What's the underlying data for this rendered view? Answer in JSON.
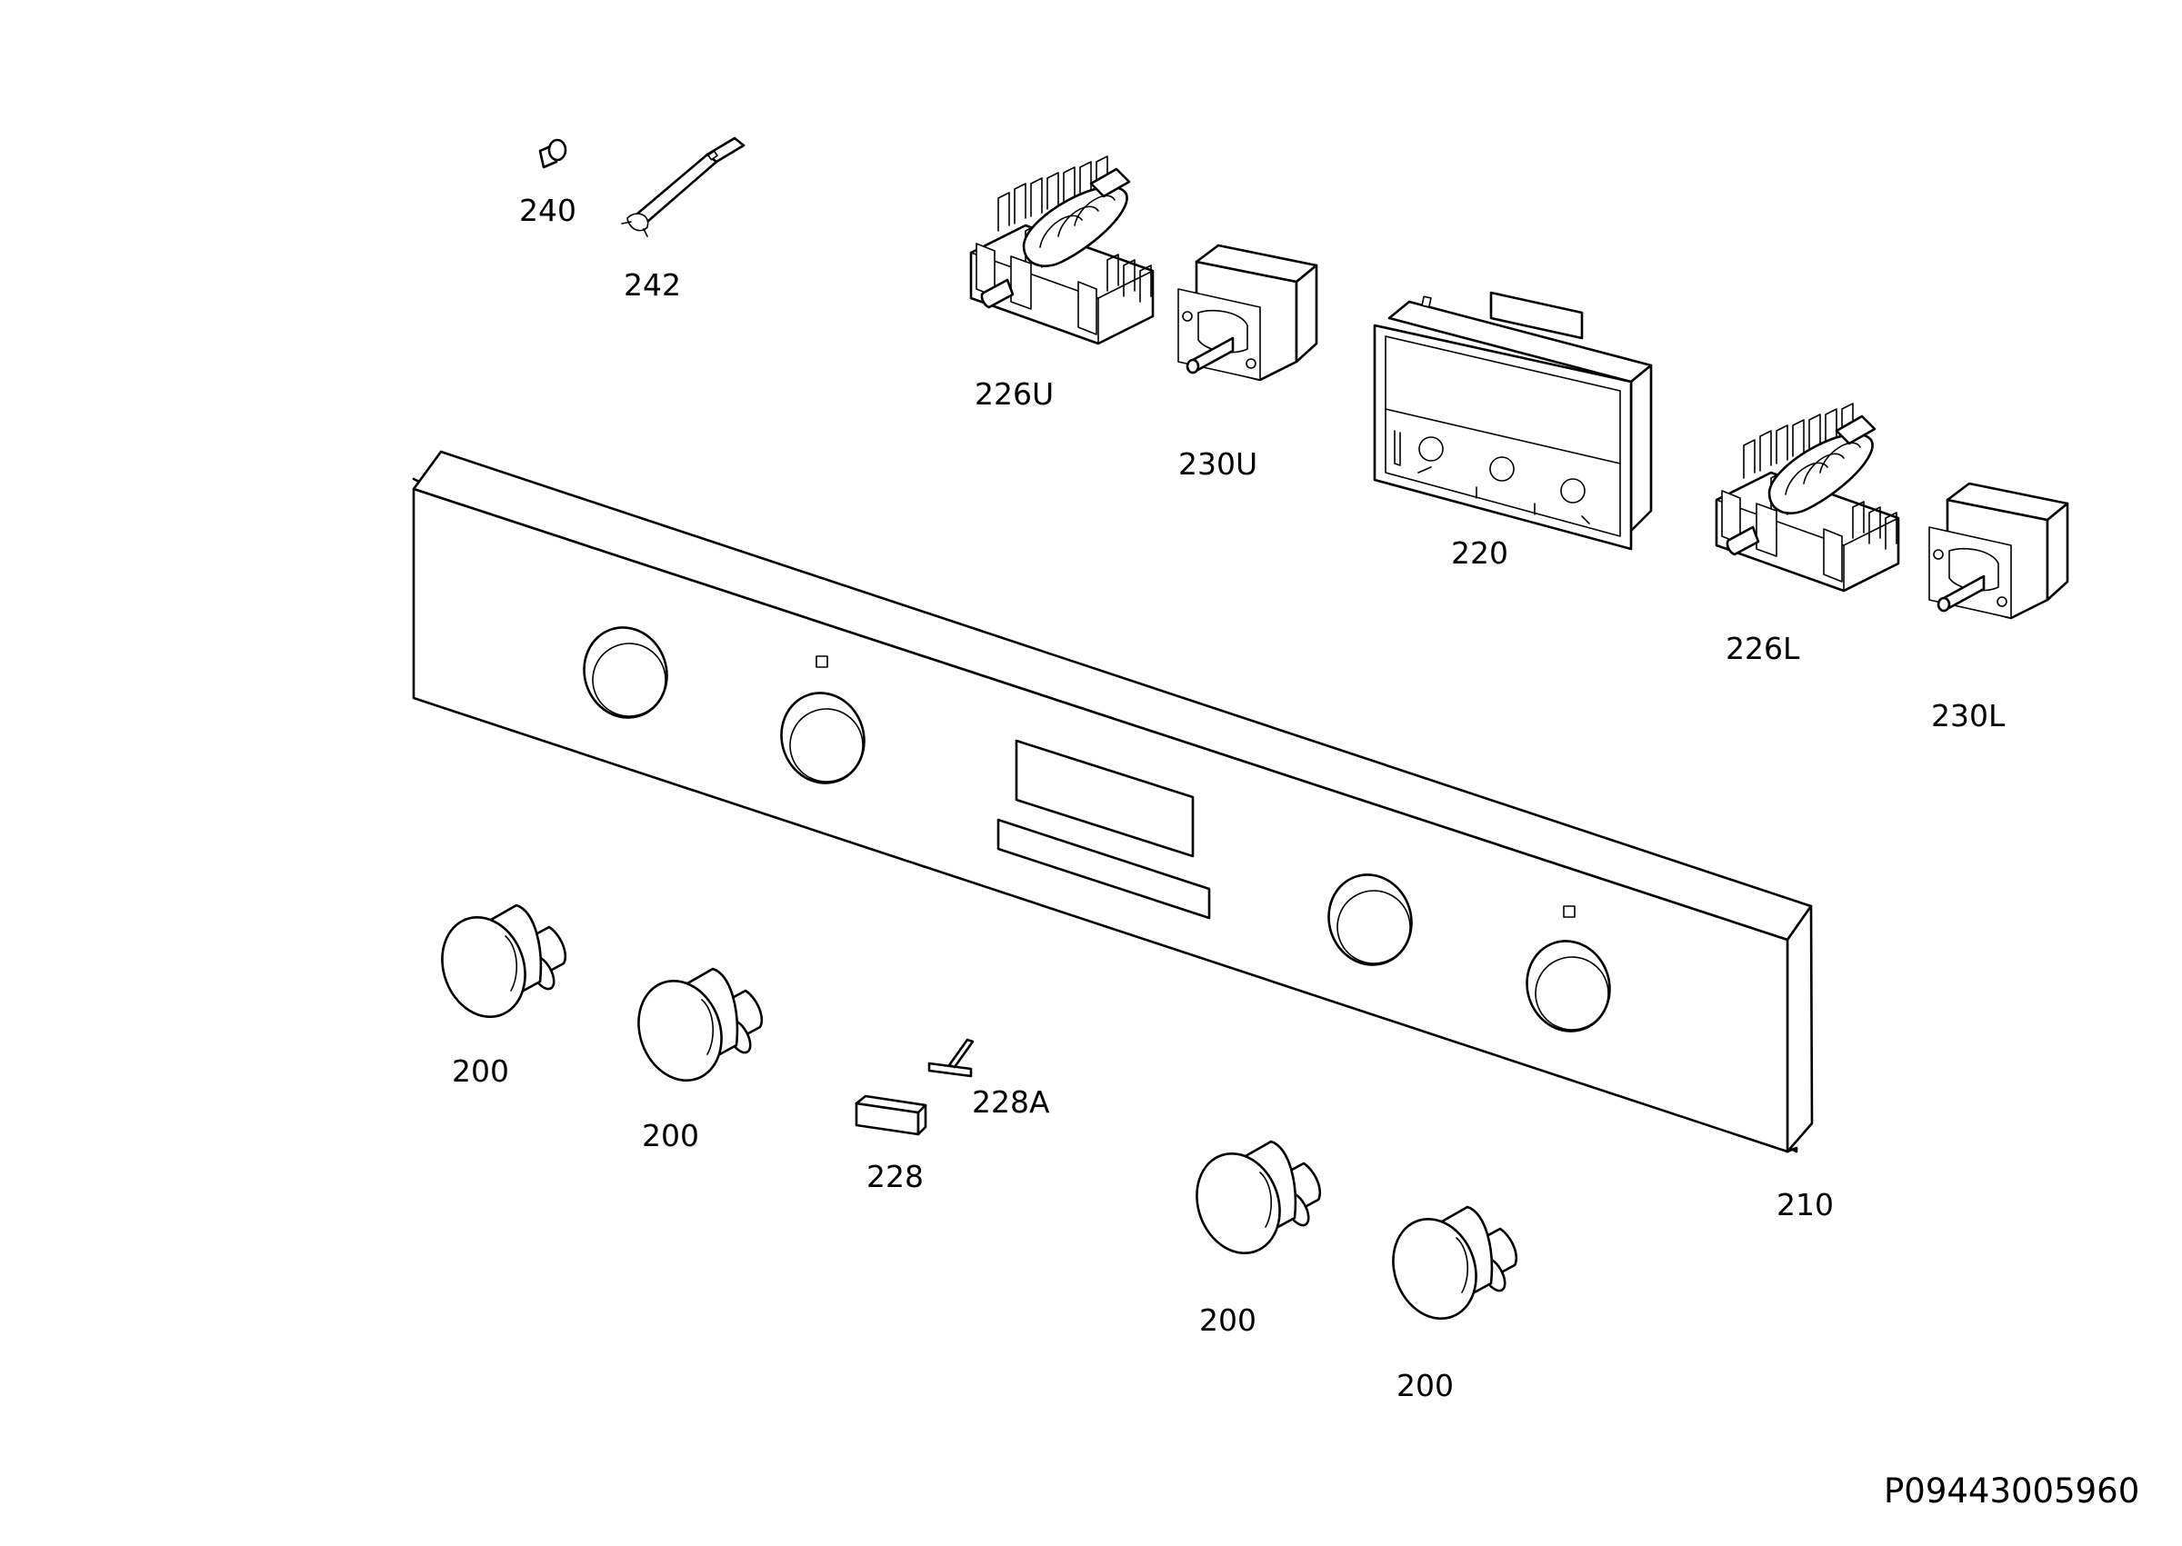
{
  "diagram": {
    "drawing_code": "P09443005960",
    "labels": {
      "p240": "240",
      "p242": "242",
      "p226u": "226U",
      "p230u": "230U",
      "p220": "220",
      "p226l": "226L",
      "p230l": "230L",
      "p210": "210",
      "p200a": "200",
      "p200b": "200",
      "p200c": "200",
      "p200d": "200",
      "p228": "228",
      "p228a": "228A"
    },
    "icons": {
      "panel": "control-panel-fascia",
      "knob": "control-knob",
      "switch": "rotary-selector-switch",
      "thermostat": "thermostat",
      "timer": "electronic-timer",
      "lamp": "indicator-lamp",
      "holder": "lamp-holder",
      "lens": "display-lens",
      "bracket": "display-bracket"
    }
  }
}
